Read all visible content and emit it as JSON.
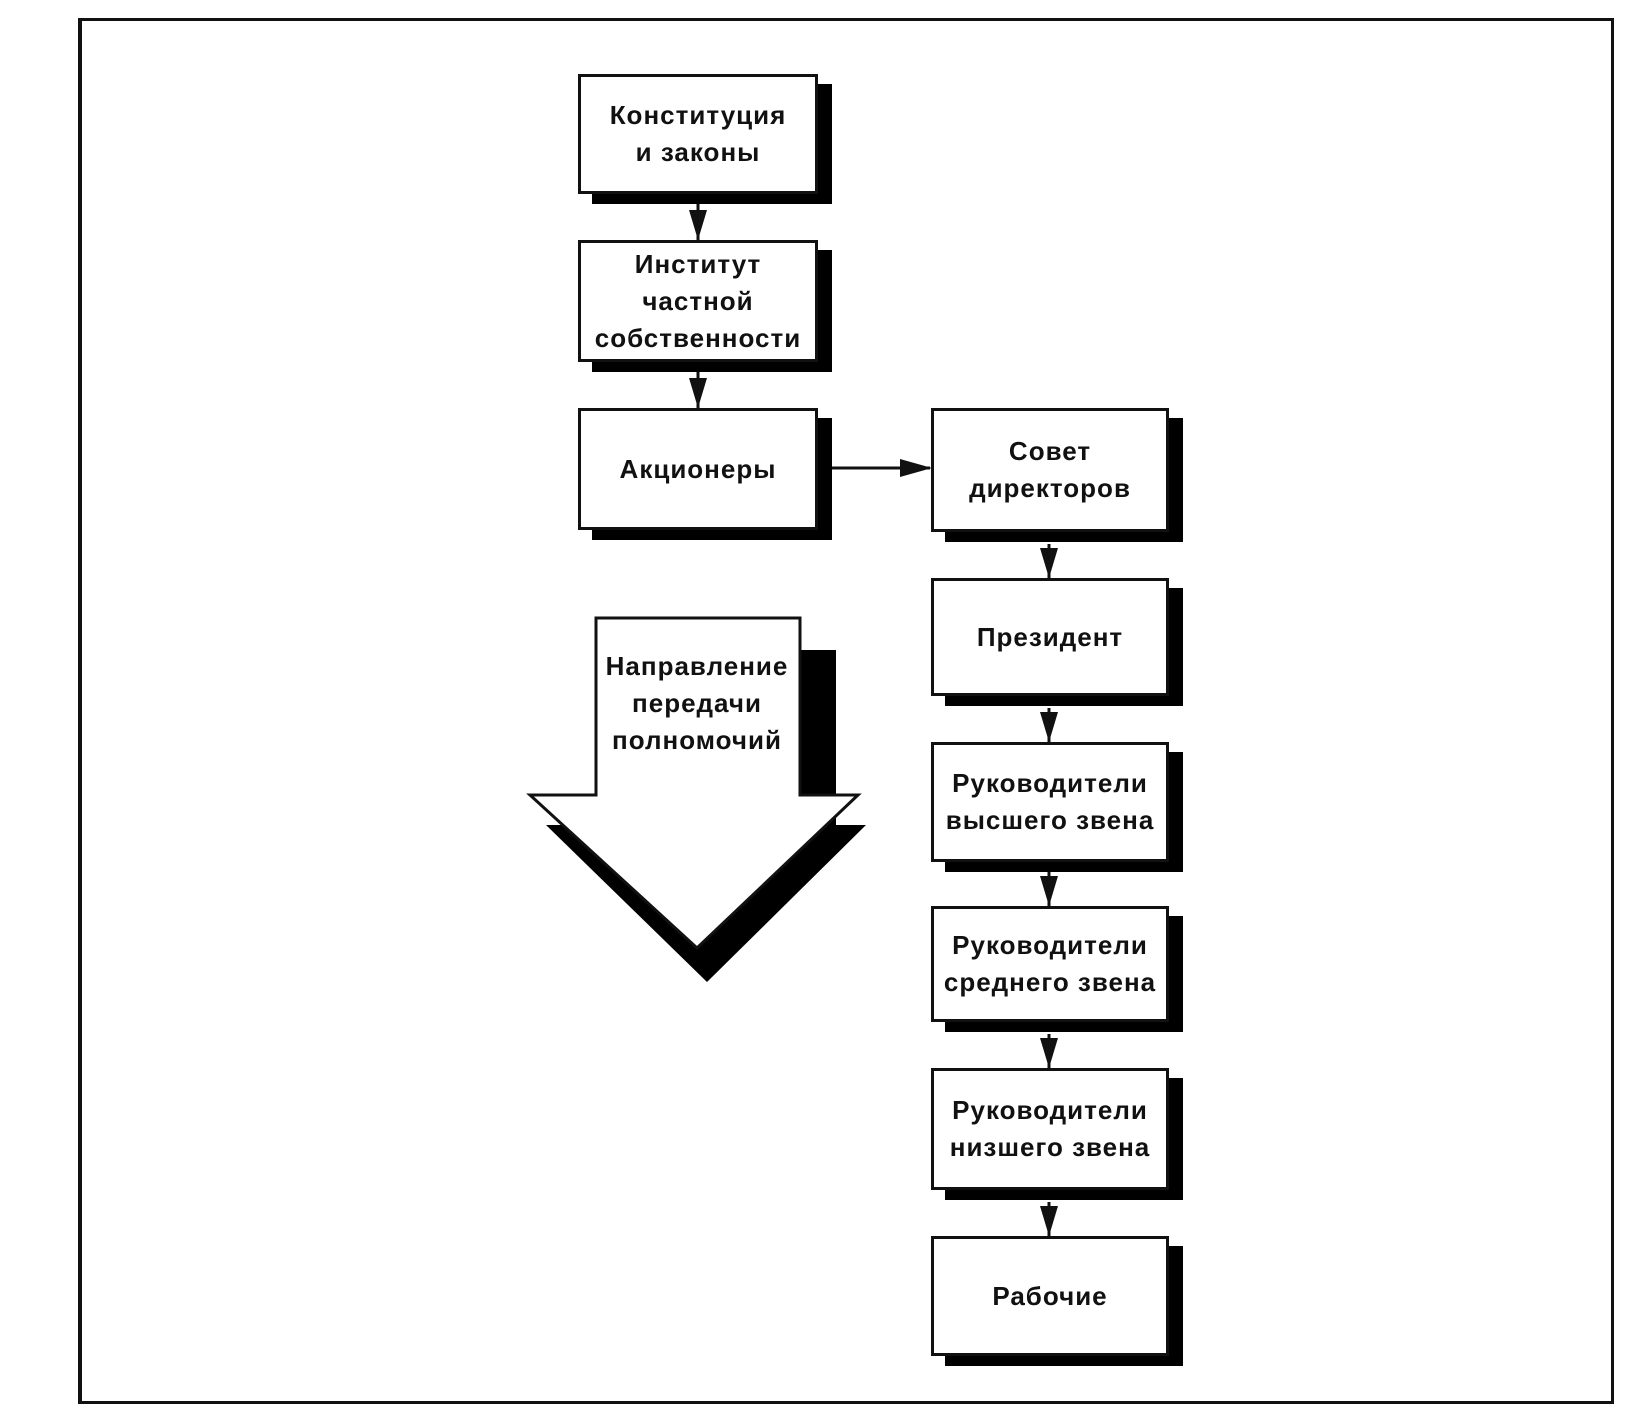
{
  "boxes": {
    "constitution": [
      "Конституция",
      "и законы"
    ],
    "private_property": [
      "Институт",
      "частной",
      "собственности"
    ],
    "shareholders": [
      "Акционеры"
    ],
    "board": [
      "Совет",
      "директоров"
    ],
    "president": [
      "Президент"
    ],
    "top_managers": [
      "Руководители",
      "высшего звена"
    ],
    "middle_managers": [
      "Руководители",
      "среднего звена"
    ],
    "lower_managers": [
      "Руководители",
      "низшего звена"
    ],
    "workers": [
      "Рабочие"
    ]
  },
  "delegation_arrow": [
    "Направление",
    "передачи",
    "полномочий"
  ]
}
